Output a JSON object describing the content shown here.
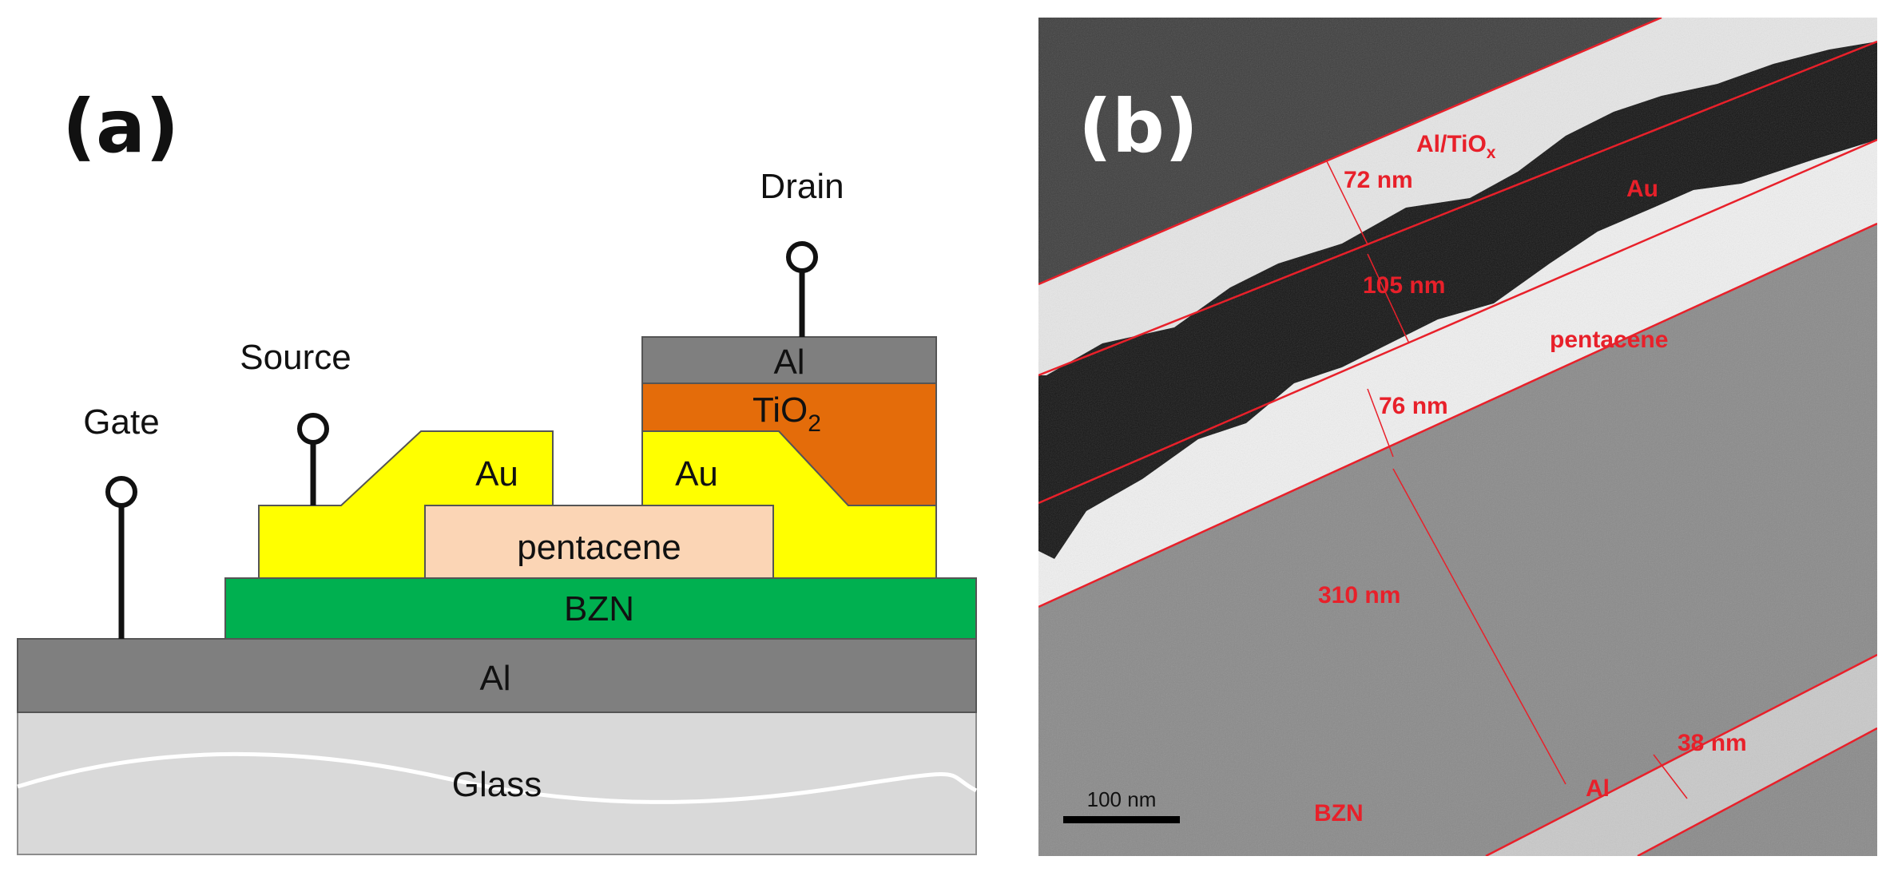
{
  "panel_a": {
    "panel_label": "(a)",
    "terminals": {
      "drain": "Drain",
      "source": "Source",
      "gate": "Gate"
    },
    "layers": {
      "al_top": "Al",
      "tio2_base": "TiO",
      "tio2_sub": "2",
      "au_left": "Au",
      "au_right": "Au",
      "pentacene": "pentacene",
      "bzn": "BZN",
      "al_bottom": "Al",
      "glass": "Glass"
    },
    "colors": {
      "al": "#7f7f7f",
      "tio2": "#e46c0a",
      "au": "#ffff00",
      "pentacene": "#fbd5b5",
      "bzn": "#00b050",
      "glass": "#d9d9d9"
    }
  },
  "panel_b": {
    "panel_label": "(b)",
    "layer_labels": {
      "al_tiox_base": "Al/TiO",
      "al_tiox_sub": "x",
      "au": "Au",
      "pentacene": "pentacene",
      "bzn": "BZN",
      "al": "Al"
    },
    "thickness_labels": {
      "al_tiox": "72 nm",
      "au": "105 nm",
      "pentacene": "76 nm",
      "bzn": "310 nm",
      "al": "38 nm"
    },
    "scale_bar": "100 nm",
    "colors": {
      "annotation": "#e8202a"
    }
  }
}
